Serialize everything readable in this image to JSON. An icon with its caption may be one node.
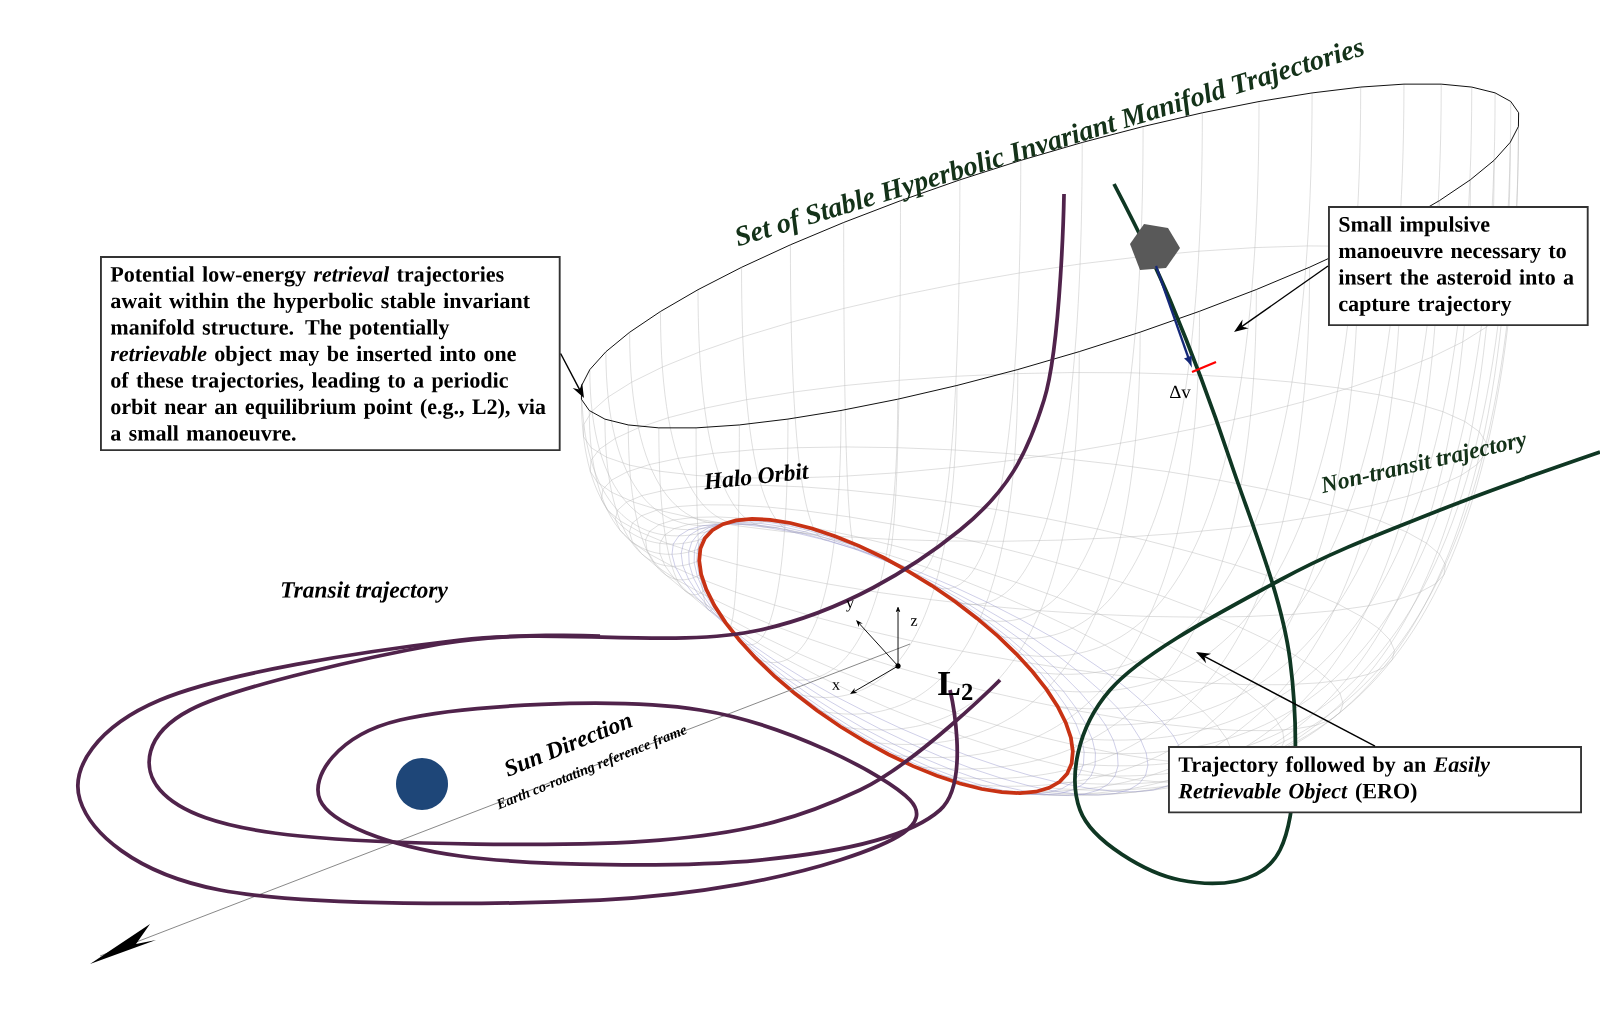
{
  "diagram": {
    "nodes": [
      {
        "text": [
          "Potential low-energy *retrieval* trajectories await within the hyperbolic stable invariant manifold structure. The potentially *retrievable* object may be inserted into one of these trajectories, leading to a periodic orbit near an equilibrium point (e.g., L2), via a small manoeuvre."
        ]
      },
      {
        "text": [
          "Small impulsive manoeuvre necessary to insert the asteroid into a capture trajectory"
        ]
      },
      {
        "text": [
          "Trajectory followed by an *Easily Retrievable Object* (ERO)"
        ]
      }
    ],
    "edges": [
      {
        "from": 0,
        "to": null,
        "arrow": "to"
      },
      {
        "from": 1,
        "to": null,
        "arrow": "to"
      },
      {
        "from": 2,
        "to": null,
        "arrow": "to"
      }
    ],
    "labels": [
      "Set of Stable Hyperbolic Invariant Manifold Trajectories",
      "Halo Orbit",
      "Non-transit trajectory",
      "Transit trajectory",
      "Sun Direction",
      "Earth co-rotating reference frame",
      "L$_{2}$",
      "x",
      "y",
      "z",
      "Δv"
    ]
  }
}
